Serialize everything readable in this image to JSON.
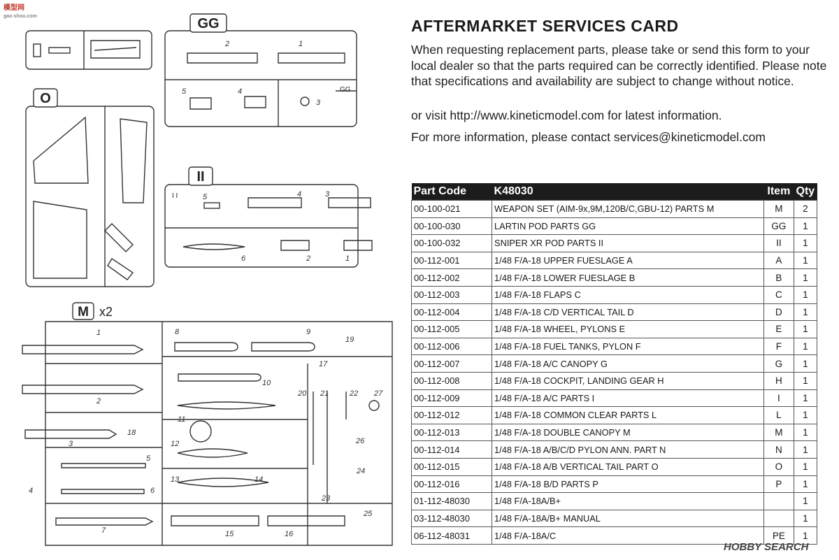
{
  "card": {
    "title": "AFTERMARKET SERVICES CARD",
    "paragraph": "When requesting replacement parts, please take or send  this form to your local dealer so that the parts required can be correctly identified. Please note that specifications and availability are subject to change without notice.",
    "website_line": "or visit http://www.kineticmodel.com for latest information.",
    "contact_line": "For more information, please contact services@kineticmodel.com"
  },
  "table": {
    "headers": {
      "code": "Part Code",
      "desc": "K48030",
      "item": "Item",
      "qty": "Qty"
    },
    "rows": [
      {
        "code": "00-100-021",
        "desc": "WEAPON SET (AIM-9x,9M,120B/C,GBU-12) PARTS M",
        "item": "M",
        "qty": "2"
      },
      {
        "code": "00-100-030",
        "desc": "LARTIN POD PARTS GG",
        "item": "GG",
        "qty": "1"
      },
      {
        "code": "00-100-032",
        "desc": "SNIPER XR POD PARTS II",
        "item": "II",
        "qty": "1"
      },
      {
        "code": "00-112-001",
        "desc": "1/48 F/A-18 UPPER FUESLAGE  A",
        "item": "A",
        "qty": "1"
      },
      {
        "code": "00-112-002",
        "desc": "1/48 F/A-18 LOWER FUESLAGE   B",
        "item": "B",
        "qty": "1"
      },
      {
        "code": "00-112-003",
        "desc": "1/48 F/A-18 FLAPS C",
        "item": "C",
        "qty": "1"
      },
      {
        "code": "00-112-004",
        "desc": "1/48 F/A-18 C/D VERTICAL TAIL  D",
        "item": "D",
        "qty": "1"
      },
      {
        "code": "00-112-005",
        "desc": "1/48 F/A-18 WHEEL, PYLONS  E",
        "item": "E",
        "qty": "1"
      },
      {
        "code": "00-112-006",
        "desc": "1/48 F/A-18 FUEL TANKS, PYLON F",
        "item": "F",
        "qty": "1"
      },
      {
        "code": "00-112-007",
        "desc": "1/48 F/A-18 A/C CANOPY G",
        "item": "G",
        "qty": "1"
      },
      {
        "code": "00-112-008",
        "desc": "1/48 F/A-18 COCKPIT, LANDING GEAR  H",
        "item": "H",
        "qty": "1"
      },
      {
        "code": "00-112-009",
        "desc": "1/48 F/A-18 A/C PARTS  I",
        "item": "I",
        "qty": "1"
      },
      {
        "code": "00-112-012",
        "desc": "1/48 F/A-18 COMMON CLEAR PARTS L",
        "item": "L",
        "qty": "1"
      },
      {
        "code": "00-112-013",
        "desc": "1/48 F/A-18 DOUBLE CANOPY  M",
        "item": "M",
        "qty": "1"
      },
      {
        "code": "00-112-014",
        "desc": "1/48 F/A-18 A/B/C/D PYLON ANN. PART N",
        "item": "N",
        "qty": "1"
      },
      {
        "code": "00-112-015",
        "desc": "1/48 F/A-18 A/B VERTICAL TAIL PART O",
        "item": "O",
        "qty": "1"
      },
      {
        "code": "00-112-016",
        "desc": "1/48 F/A-18 B/D PARTS  P",
        "item": "P",
        "qty": "1"
      },
      {
        "code": "01-112-48030",
        "desc": "1/48 F/A-18A/B+",
        "item": "",
        "qty": "1"
      },
      {
        "code": "03-112-48030",
        "desc": "1/48 F/A-18A/B+ MANUAL",
        "item": "",
        "qty": "1"
      },
      {
        "code": "06-112-48031",
        "desc": "1/48 F/A-18A/C",
        "item": "PE",
        "qty": "1"
      }
    ]
  },
  "sprues": {
    "gg_label": "GG",
    "gg_corner": "GG",
    "o_label": "O",
    "ii_label": "II",
    "ii_corner": "I I",
    "m_label": "M",
    "m_multiplier": "x2",
    "gg_numbers": [
      "2",
      "1",
      "5",
      "4",
      "3"
    ],
    "ii_numbers": [
      "5",
      "4",
      "3",
      "6",
      "2",
      "1"
    ],
    "m_numbers": [
      "1",
      "2",
      "3",
      "4",
      "5",
      "6",
      "7",
      "8",
      "9",
      "10",
      "11",
      "12",
      "13",
      "14",
      "15",
      "16",
      "17",
      "18",
      "19",
      "20",
      "21",
      "22",
      "23",
      "24",
      "25",
      "26",
      "27"
    ]
  },
  "watermarks": {
    "top_left": "模型网",
    "top_left_sub": "gao-shou.com",
    "bottom_right": "HOBBY SEARCH"
  }
}
